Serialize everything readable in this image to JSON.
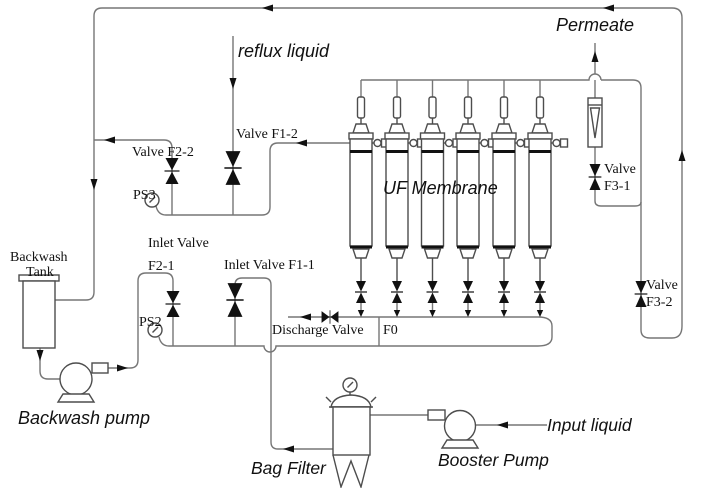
{
  "colors": {
    "background": "#ffffff",
    "pipe": "#767676",
    "equipment": "#4d4d4d",
    "symbol": "#111111",
    "text": "#111111"
  },
  "membrane_bank": {
    "label": "UF Membrane",
    "module_count": 6
  },
  "labels": {
    "permeate": "Permeate",
    "reflux_liquid": "reflux liquid",
    "valve_f2_2": "Valve F2-2",
    "valve_f1_2": "Valve F1-2",
    "ps3": "PS3",
    "backwash_tank": {
      "line1": "Backwash",
      "line2": "Tank"
    },
    "inlet_valve_f2_1": {
      "line1": "Inlet Valve",
      "line2": "F2-1"
    },
    "inlet_valve_f1_1": "Inlet Valve F1-1",
    "ps2": "PS2",
    "discharge_valve": {
      "name": "Discharge Valve",
      "id": "F0"
    },
    "uf_membrane": "UF Membrane",
    "valve_f3_1": {
      "line1": "Valve",
      "line2": "F3-1"
    },
    "valve_f3_2": {
      "line1": "Valve",
      "line2": "F3-2"
    },
    "backwash_pump": "Backwash pump",
    "bag_filter": "Bag Filter",
    "booster_pump": "Booster Pump",
    "input_liquid": "Input liquid"
  }
}
